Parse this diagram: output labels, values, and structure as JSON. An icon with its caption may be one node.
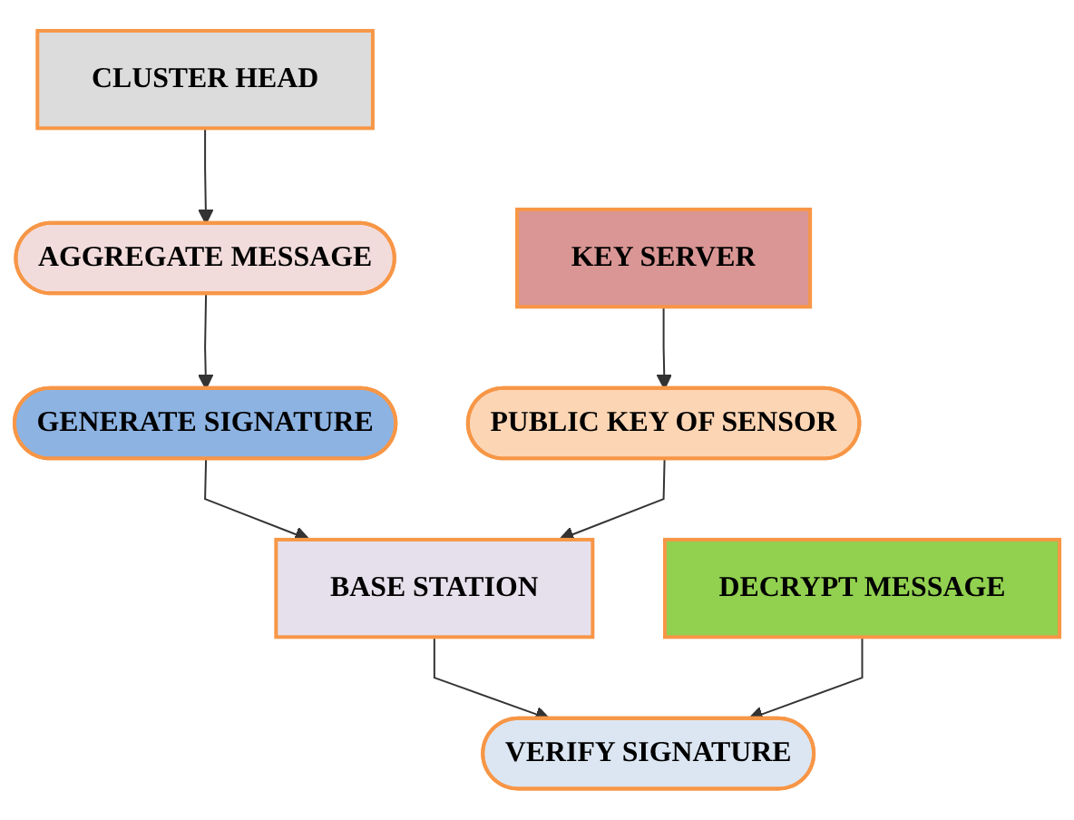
{
  "diagram": {
    "nodes": [
      {
        "text": [
          "CLUSTER HEAD"
        ]
      },
      {
        "text": [
          "AGGREGATE MESSAGE"
        ]
      },
      {
        "text": [
          "GENERATE SIGNATURE"
        ]
      },
      {
        "text": [
          "BASE STATION"
        ]
      },
      {
        "text": [
          "PUBLIC KEY OF SENSOR"
        ]
      },
      {
        "text": [
          "VERIFY SIGNATURE"
        ]
      },
      {
        "text": [
          "KEY SERVER"
        ]
      },
      {
        "text": [
          "DECRYPT MESSAGE"
        ]
      }
    ],
    "edges": [
      {
        "from": 0,
        "to": 1,
        "arrow": "to"
      },
      {
        "from": 1,
        "to": 2,
        "arrow": "to"
      },
      {
        "from": 2,
        "to": 3,
        "arrow": "to"
      },
      {
        "from": 4,
        "to": 3,
        "arrow": "to"
      },
      {
        "from": 3,
        "to": 5,
        "arrow": "to"
      },
      {
        "from": 6,
        "to": 4,
        "arrow": "to"
      },
      {
        "from": 7,
        "to": 5,
        "arrow": "to"
      }
    ]
  }
}
